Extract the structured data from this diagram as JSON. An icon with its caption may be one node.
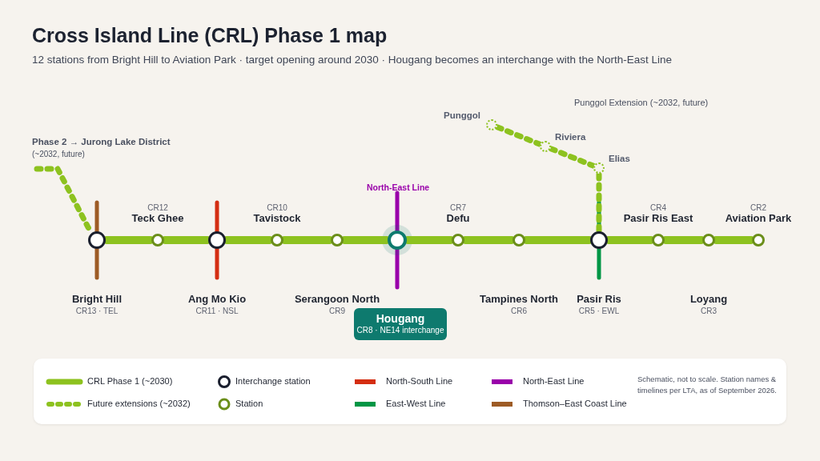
{
  "diagram": {
    "title": "Cross Island Line (CRL) Phase 1 map",
    "caption": "12 stations from Bright Hill to Aviation Park · target opening around 2030 · Hougang becomes an interchange with the North-East Line",
    "nodes": [
      {
        "text": [],
        "shape": "circle",
        "beside": [
          "Punggol"
        ]
      },
      {
        "text": [],
        "shape": "circle",
        "beside": [
          "Riviera"
        ]
      },
      {
        "text": [],
        "shape": "circle",
        "beside": [
          "Elias"
        ]
      },
      {
        "text": [],
        "shape": "circle",
        "beside": [
          "Bright Hill",
          "CR13 · TEL"
        ]
      },
      {
        "text": [],
        "shape": "circle",
        "beside": [
          "Teck Ghee",
          "CR12"
        ]
      },
      {
        "text": [],
        "shape": "circle",
        "beside": [
          "Ang Mo Kio",
          "CR11 · NSL"
        ]
      },
      {
        "text": [],
        "shape": "circle",
        "beside": [
          "Tavistock",
          "CR10"
        ]
      },
      {
        "text": [],
        "shape": "circle",
        "beside": [
          "Serangoon North",
          "CR9"
        ]
      },
      {
        "text": [],
        "shape": "circle"
      },
      {
        "text": [],
        "shape": "circle",
        "beside": [
          "Defu",
          "CR7"
        ]
      },
      {
        "text": [],
        "shape": "circle",
        "beside": [
          "Tampines North",
          "CR6"
        ]
      },
      {
        "text": [],
        "shape": "circle",
        "beside": [
          "Pasir Ris",
          "CR5 · EWL"
        ]
      },
      {
        "text": [],
        "shape": "circle",
        "beside": [
          "Pasir Ris East",
          "CR4"
        ]
      },
      {
        "text": [],
        "shape": "circle",
        "beside": [
          "Loyang",
          "CR3"
        ]
      },
      {
        "text": [],
        "shape": "circle",
        "beside": [
          "Aviation Park",
          "CR2"
        ]
      },
      {
        "text": [
          "Hougang",
          "CR8 · NE14 interchange"
        ]
      }
    ],
    "edges": [
      {
        "from": 3,
        "to": 4,
        "arrow": "none"
      },
      {
        "from": 4,
        "to": 5,
        "arrow": "none"
      },
      {
        "from": 5,
        "to": 6,
        "arrow": "none"
      },
      {
        "from": 6,
        "to": 7,
        "arrow": "none"
      },
      {
        "from": 7,
        "to": 8,
        "arrow": "none"
      },
      {
        "from": 8,
        "to": 9,
        "arrow": "none"
      },
      {
        "from": 9,
        "to": 10,
        "arrow": "none"
      },
      {
        "from": 10,
        "to": 11,
        "arrow": "none"
      },
      {
        "from": 11,
        "to": 12,
        "arrow": "none"
      },
      {
        "from": 12,
        "to": 13,
        "arrow": "none"
      },
      {
        "from": 13,
        "to": 14,
        "arrow": "none"
      },
      {
        "from": null,
        "to": 3,
        "arrow": "none",
        "style": "dashed"
      },
      {
        "from": 0,
        "to": 1,
        "arrow": "none",
        "style": "dashed"
      },
      {
        "from": 1,
        "to": 2,
        "arrow": "none",
        "style": "dashed"
      },
      {
        "from": 2,
        "to": 11,
        "arrow": "none",
        "style": "dashed"
      }
    ],
    "labels": [
      "Punggol Extension (~2032, future)",
      "Phase 2 → Jurong Lake District",
      "(~2032, future)",
      "North-East Line",
      "Schematic, not to scale. Station names & timelines per LTA, as of September 2026."
    ],
    "legend": [
      {
        "text": "CRL Phase 1 (~2030)"
      },
      {
        "text": "Future extensions (~2032)"
      },
      {
        "text": "Interchange station"
      },
      {
        "text": "Station"
      },
      {
        "text": "North-South Line",
        "color": "#d42e12"
      },
      {
        "text": "East-West Line",
        "color": "#009645"
      },
      {
        "text": "North-East Line",
        "color": "#9900aa"
      },
      {
        "text": "Thomson–East Coast Line",
        "color": "#9d5b25"
      }
    ]
  }
}
